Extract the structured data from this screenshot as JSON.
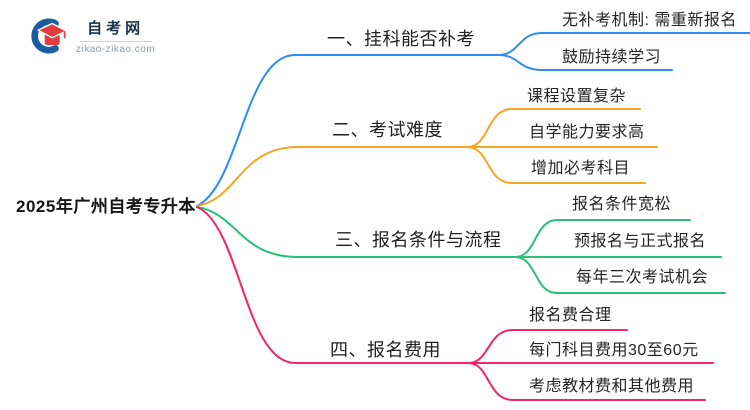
{
  "logo": {
    "title": "自考网",
    "domain": "zikao-zikao.com",
    "icon": "graduation-cap-with-blue-swoosh",
    "colors": {
      "swoosh": "#1a5da0",
      "cap": "#e23d3d",
      "title": "#1b3348",
      "domain": "#8e9ba8"
    }
  },
  "root": {
    "label": "2025年广州自考专升本"
  },
  "branches": [
    {
      "label": "一、挂科能否补考",
      "color": "#2d8cf0",
      "children": [
        "无补考机制: 需重新报名",
        "鼓励持续学习"
      ]
    },
    {
      "label": "二、考试难度",
      "color": "#f5a623",
      "children": [
        "课程设置复杂",
        "自学能力要求高",
        "增加必考科目"
      ]
    },
    {
      "label": "三、报名条件与流程",
      "color": "#2bbe77",
      "children": [
        "报名条件宽松",
        "预报名与正式报名",
        "每年三次考试机会"
      ]
    },
    {
      "label": "四、报名费用",
      "color": "#f1246c",
      "children": [
        "报名费合理",
        "每门科目费用30至60元",
        "考虑教材费和其他费用"
      ]
    }
  ]
}
